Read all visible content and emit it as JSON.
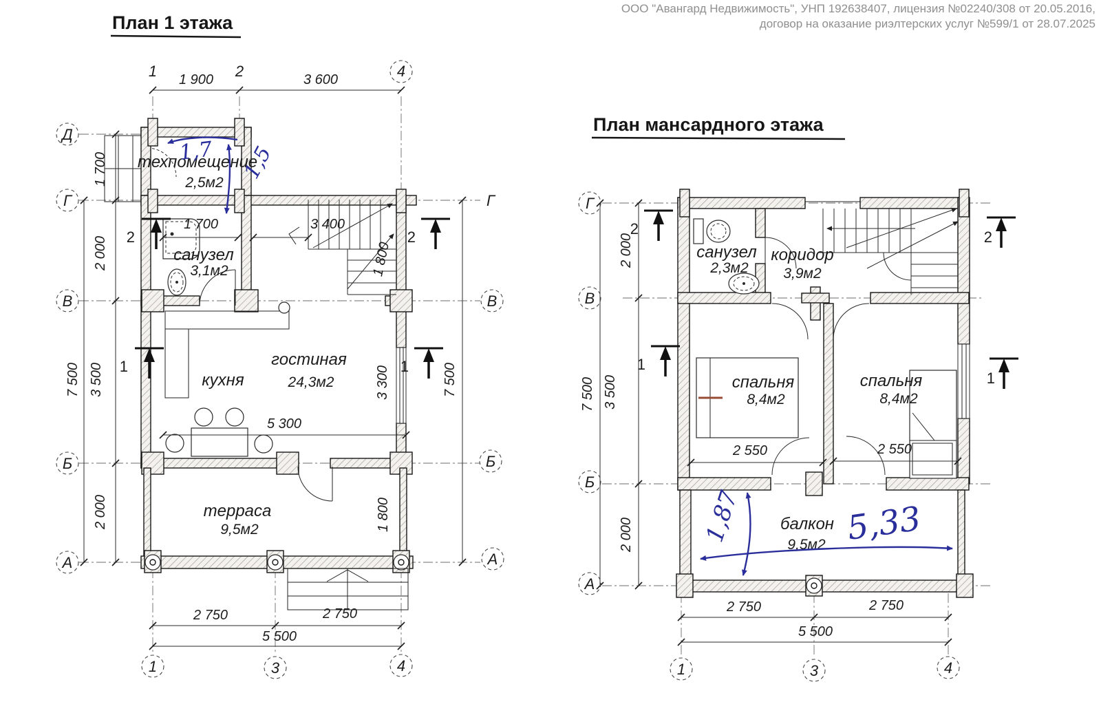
{
  "header": {
    "line1": "ООО \"Авангард Недвижимость\", УНП 192638407, лицензия №02240/308 от 20.05.2016,",
    "line2": "договор на оказание риэлтерских услуг №599/1 от 28.07.2025"
  },
  "plan1": {
    "title": "План 1 этажа",
    "axes": {
      "top1": "1",
      "top2": "2",
      "top4": "4",
      "bottom1": "1",
      "bottom3": "3",
      "bottom4": "4",
      "d": "Д",
      "g": "Г",
      "v": "В",
      "b": "Б",
      "a": "А",
      "rg": "Г",
      "rv": "В",
      "rb": "Б",
      "ra": "А"
    },
    "dims": {
      "top_1900": "1 900",
      "top_3600": "3 600",
      "left_1700": "1 700",
      "left_2000a": "2 000",
      "left_3500": "3 500",
      "left_2000b": "2 000",
      "left_7500": "7 500",
      "right_7500": "7 500",
      "san_1700": "1 700",
      "stair_3400": "3 400",
      "stair_1800": "1 800",
      "living_3300": "3 300",
      "living_5300": "5 300",
      "terrace_1800": "1 800",
      "bottom_2750a": "2 750",
      "bottom_2750b": "2 750",
      "bottom_5500": "5 500"
    },
    "sections": {
      "s1": "1",
      "s2": "2"
    },
    "rooms": {
      "tech": {
        "name": "техпомещение",
        "area": "2,5м2"
      },
      "san": {
        "name": "санузел",
        "area": "3,1м2"
      },
      "kitchen": {
        "name": "кухня"
      },
      "living": {
        "name": "гостиная",
        "area": "24,3м2"
      },
      "terrace": {
        "name": "терраса",
        "area": "9,5м2"
      }
    },
    "handwritten": {
      "h17": "1,7",
      "h15": "1,5"
    }
  },
  "plan2": {
    "title": "План мансардного этажа",
    "axes": {
      "bottom1": "1",
      "bottom3": "3",
      "bottom4": "4",
      "g": "Г",
      "v": "В",
      "b": "Б",
      "a": "А"
    },
    "dims": {
      "left_2000a": "2 000",
      "left_3500": "3 500",
      "left_2000b": "2 000",
      "left_7500": "7 500",
      "bed1_2550": "2 550",
      "bed2_2550": "2 550",
      "bottom_2750a": "2 750",
      "bottom_2750b": "2 750",
      "bottom_5500": "5 500"
    },
    "sections": {
      "s1": "1",
      "s2": "2"
    },
    "rooms": {
      "san": {
        "name": "санузел",
        "area": "2,3м2"
      },
      "corridor": {
        "name": "коридор",
        "area": "3,9м2"
      },
      "bed1": {
        "name": "спальня",
        "area": "8,4м2"
      },
      "bed2": {
        "name": "спальня",
        "area": "8,4м2"
      },
      "balcony": {
        "name": "балкон",
        "area": "9,5м2"
      }
    },
    "handwritten": {
      "h187": "1,87",
      "h533": "5,33"
    }
  }
}
